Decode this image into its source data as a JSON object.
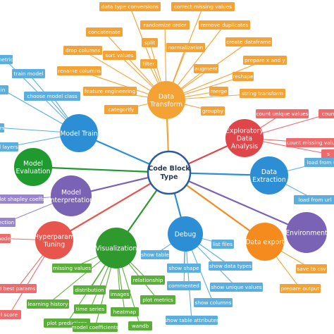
{
  "center": {
    "label": [
      "Code Block",
      "Type"
    ],
    "color": "#2a5aa0"
  },
  "clusters": [
    {
      "key": "transform",
      "label": [
        "Data",
        "Transform"
      ],
      "color": "#f5a234",
      "tag_color": "#f5a234",
      "tags": [
        "data type conversions",
        "correct missing values",
        "randomize order",
        "remove duplicates",
        "concatenate",
        "split",
        "normalization",
        "create dataframe",
        "drop columns",
        "sort values",
        "filter",
        "prepare x and y",
        "rename columns",
        "augment",
        "reshape",
        "feature engineering",
        "merge",
        "string transform",
        "categorify",
        "groupby"
      ]
    },
    {
      "key": "train",
      "label": [
        "Model Train"
      ],
      "color": "#2c8fd6",
      "tag_color": "#5aaee0",
      "tags": [
        "metric",
        "train model",
        "in",
        "choose model class",
        "ers",
        "d layers"
      ]
    },
    {
      "key": "eda",
      "label": [
        "Exploratory",
        "Data",
        "Analysis"
      ],
      "color": "#e0454a",
      "tag_color": "#ef6b6b",
      "tags": [
        "count unique values",
        "count",
        "count missing valu",
        "s"
      ]
    },
    {
      "key": "evaluation",
      "label": [
        "Model",
        "Evaluation"
      ],
      "color": "#1f9a2e",
      "tag_color": "#1f9a2e",
      "tags": []
    },
    {
      "key": "extraction",
      "label": [
        "Data",
        "Extraction"
      ],
      "color": "#2c8fd6",
      "tag_color": "#5aaee0",
      "tags": [
        "load from s",
        "load from url"
      ]
    },
    {
      "key": "interpretation",
      "label": [
        "Model",
        "Interpretation"
      ],
      "color": "#7a62b5",
      "tag_color": "#9a86cc",
      "tags": [
        "plot shapley coeffs",
        "ection"
      ]
    },
    {
      "key": "environment",
      "label": [
        "Environment"
      ],
      "color": "#7a62b5",
      "tag_color": "#9a86cc",
      "tags": []
    },
    {
      "key": "hyperparam",
      "label": [
        "Hyperparam",
        "Tuning"
      ],
      "color": "#e8554d",
      "tag_color": "#ef6b6b",
      "tags": [
        "model",
        "d best params",
        "l score"
      ]
    },
    {
      "key": "visualization",
      "label": [
        "Visualization"
      ],
      "color": "#2e9a2e",
      "tag_color": "#5cae3a",
      "tags": [
        "missing values",
        "relationship",
        "distribution",
        "images",
        "plot metrics",
        "learning history",
        "time series",
        "heatmap",
        "plot predictions",
        "model coefficients",
        "wandb"
      ]
    },
    {
      "key": "debug",
      "label": [
        "Debug"
      ],
      "color": "#2c8fd6",
      "tag_color": "#5aaee0",
      "tags": [
        "list files",
        "show table",
        "show data types",
        "show shape",
        "show unique values",
        "commented",
        "show columns",
        "show table attributes"
      ]
    },
    {
      "key": "export",
      "label": [
        "Data export"
      ],
      "color": "#f58a1f",
      "tag_color": "#f5a234",
      "tags": [
        "save to csv",
        "prepare output"
      ]
    }
  ]
}
